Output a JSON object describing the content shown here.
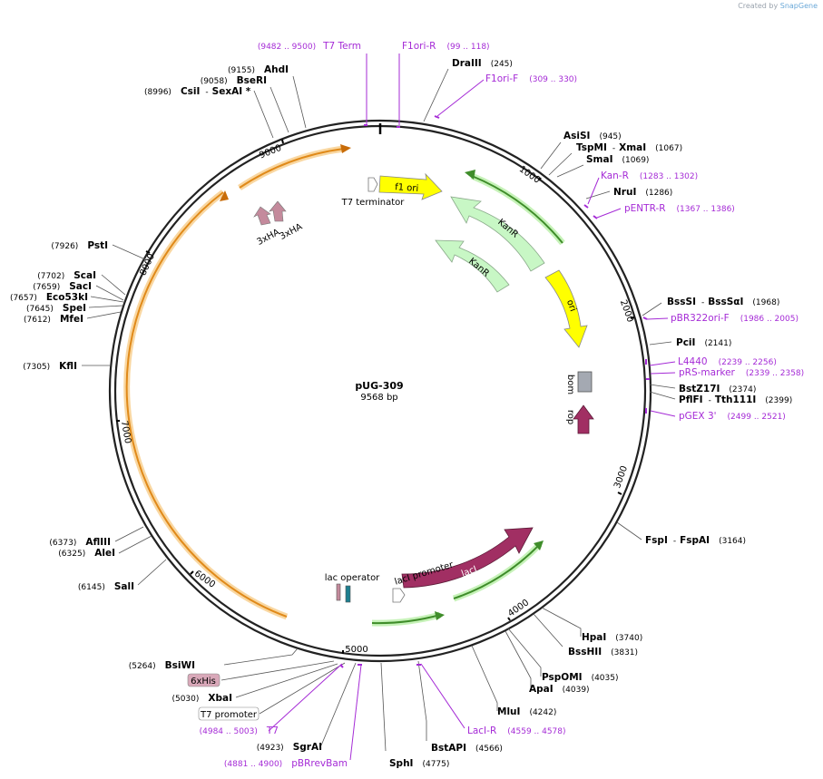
{
  "credit": {
    "prefix": "Created by",
    "brand": "SnapGene"
  },
  "plasmid": {
    "name": "pUG-309",
    "length": "9568 bp"
  },
  "ticks": [
    "1000",
    "2000",
    "3000",
    "4000",
    "5000",
    "6000",
    "7000",
    "8000",
    "9000"
  ],
  "enzymes": {
    "dra3": {
      "name": "DraIII",
      "pos": "(245)"
    },
    "asisi": {
      "name": "AsiSI",
      "pos": "(945)"
    },
    "tspmi": {
      "name": "TspMI",
      "sep": "-",
      "name2": "XmaI",
      "pos": "(1067)"
    },
    "smai": {
      "name": "SmaI",
      "pos": "(1069)"
    },
    "nrui": {
      "name": "NruI",
      "pos": "(1286)"
    },
    "bsssi": {
      "name": "BssSI",
      "sep": "-",
      "name2": "BssSαI",
      "pos": "(1968)"
    },
    "pcii": {
      "name": "PciI",
      "pos": "(2141)"
    },
    "bstz": {
      "name": "BstZ17I",
      "pos": "(2374)"
    },
    "pflfi": {
      "name": "PflFI",
      "sep": "-",
      "name2": "Tth111I",
      "pos": "(2399)"
    },
    "fspi": {
      "name": "FspI",
      "sep": "-",
      "name2": "FspAI",
      "pos": "(3164)"
    },
    "hpai": {
      "name": "HpaI",
      "pos": "(3740)"
    },
    "bsshii": {
      "name": "BssHII",
      "pos": "(3831)"
    },
    "pspomi": {
      "name": "PspOMI",
      "pos": "(4035)"
    },
    "apai": {
      "name": "ApaI",
      "pos": "(4039)"
    },
    "mlui": {
      "name": "MluI",
      "pos": "(4242)"
    },
    "bstapi": {
      "name": "BstAPI",
      "pos": "(4566)"
    },
    "sphi": {
      "name": "SphI",
      "pos": "(4775)"
    },
    "sgrai": {
      "name": "SgrAI",
      "pos": "(4923)"
    },
    "xbai": {
      "name": "XbaI",
      "pos": "(5030)"
    },
    "bsiwi": {
      "name": "BsiWI",
      "pos": "(5264)"
    },
    "sali": {
      "name": "SalI",
      "pos": "(6145)"
    },
    "alei": {
      "name": "AleI",
      "pos": "(6325)"
    },
    "afl3": {
      "name": "AflIII",
      "pos": "(6373)"
    },
    "kfli": {
      "name": "KflI",
      "pos": "(7305)"
    },
    "mfei": {
      "name": "MfeI",
      "pos": "(7612)"
    },
    "spei": {
      "name": "SpeI",
      "pos": "(7645)"
    },
    "eco53": {
      "name": "Eco53kI",
      "pos": "(7657)"
    },
    "saci": {
      "name": "SacI",
      "pos": "(7659)"
    },
    "scai": {
      "name": "ScaI",
      "pos": "(7702)"
    },
    "psti": {
      "name": "PstI",
      "pos": "(7926)"
    },
    "csii": {
      "name": "CsiI",
      "sep": "-",
      "name2": "SexAI *",
      "pos": "(8996)"
    },
    "bseri": {
      "name": "BseRI",
      "pos": "(9058)"
    },
    "ahdi": {
      "name": "AhdI",
      "pos": "(9155)"
    }
  },
  "primers": {
    "t7term": {
      "name": "T7 Term",
      "pos": "(9482 .. 9500)"
    },
    "f1orir": {
      "name": "F1ori-R",
      "pos": "(99 .. 118)"
    },
    "f1orif": {
      "name": "F1ori-F",
      "pos": "(309 .. 330)"
    },
    "kanr": {
      "name": "Kan-R",
      "pos": "(1283 .. 1302)"
    },
    "pentr": {
      "name": "pENTR-R",
      "pos": "(1367 .. 1386)"
    },
    "pbr322": {
      "name": "pBR322ori-F",
      "pos": "(1986 .. 2005)"
    },
    "l4440": {
      "name": "L4440",
      "pos": "(2239 .. 2256)"
    },
    "prs": {
      "name": "pRS-marker",
      "pos": "(2339 .. 2358)"
    },
    "pgex": {
      "name": "pGEX 3'",
      "pos": "(2499 .. 2521)"
    },
    "lacir": {
      "name": "LacI-R",
      "pos": "(4559 .. 4578)"
    },
    "t7": {
      "name": "T7",
      "pos": "(4984 .. 5003)"
    },
    "pbrrev": {
      "name": "pBRrevBam",
      "pos": "(4881 .. 4900)"
    }
  },
  "features": {
    "f1ori": "f1 ori",
    "t7terminator": "T7 terminator",
    "kanr1": "KanR",
    "kanr2": "KanR",
    "ori": "ori",
    "bom": "bom",
    "rop": "rop",
    "laci": "lacI",
    "laciprom": "lacI promoter",
    "lacop": "lac operator",
    "ha1": "3xHA",
    "ha2": "3xHA",
    "sixhis": "6xHis",
    "t7promoter": "T7 promoter"
  },
  "colors": {
    "backbone": "#222222",
    "orange": "#f4a53a",
    "yellow": "#ffff00",
    "kanr_fill": "#c8f7c5",
    "green_arrow": "#3f8d2a",
    "laci": "#a12f63",
    "ha": "#c48a9c",
    "primer": "#a52bd6",
    "bom": "#a4a9b2"
  }
}
